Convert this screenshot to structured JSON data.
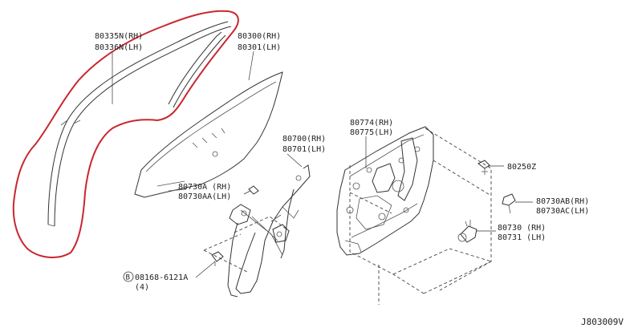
{
  "labels": {
    "weatherstrip": [
      "80335N(RH)",
      "80336N(LH)"
    ],
    "glass": [
      "80300(RH)",
      "80301(LH)"
    ],
    "regulator": [
      "80700(RH)",
      "80701(LH)"
    ],
    "plate": [
      "80774(RH)",
      "80775(LH)"
    ],
    "bolt_z": "80250Z",
    "clip_a": [
      "80730A (RH)",
      "80730AA(LH)"
    ],
    "clip_ab": [
      "80730AB(RH)",
      "80730AC(LH)"
    ],
    "motor": [
      "80730 (RH)",
      "80731 (LH)"
    ],
    "bolt_b_circle": "B",
    "bolt_b": "08168-6121A",
    "bolt_b_qty": "(4)"
  },
  "diagram_id": "J803009V",
  "colors": {
    "highlight": "#c8272f",
    "line": "#333333"
  }
}
